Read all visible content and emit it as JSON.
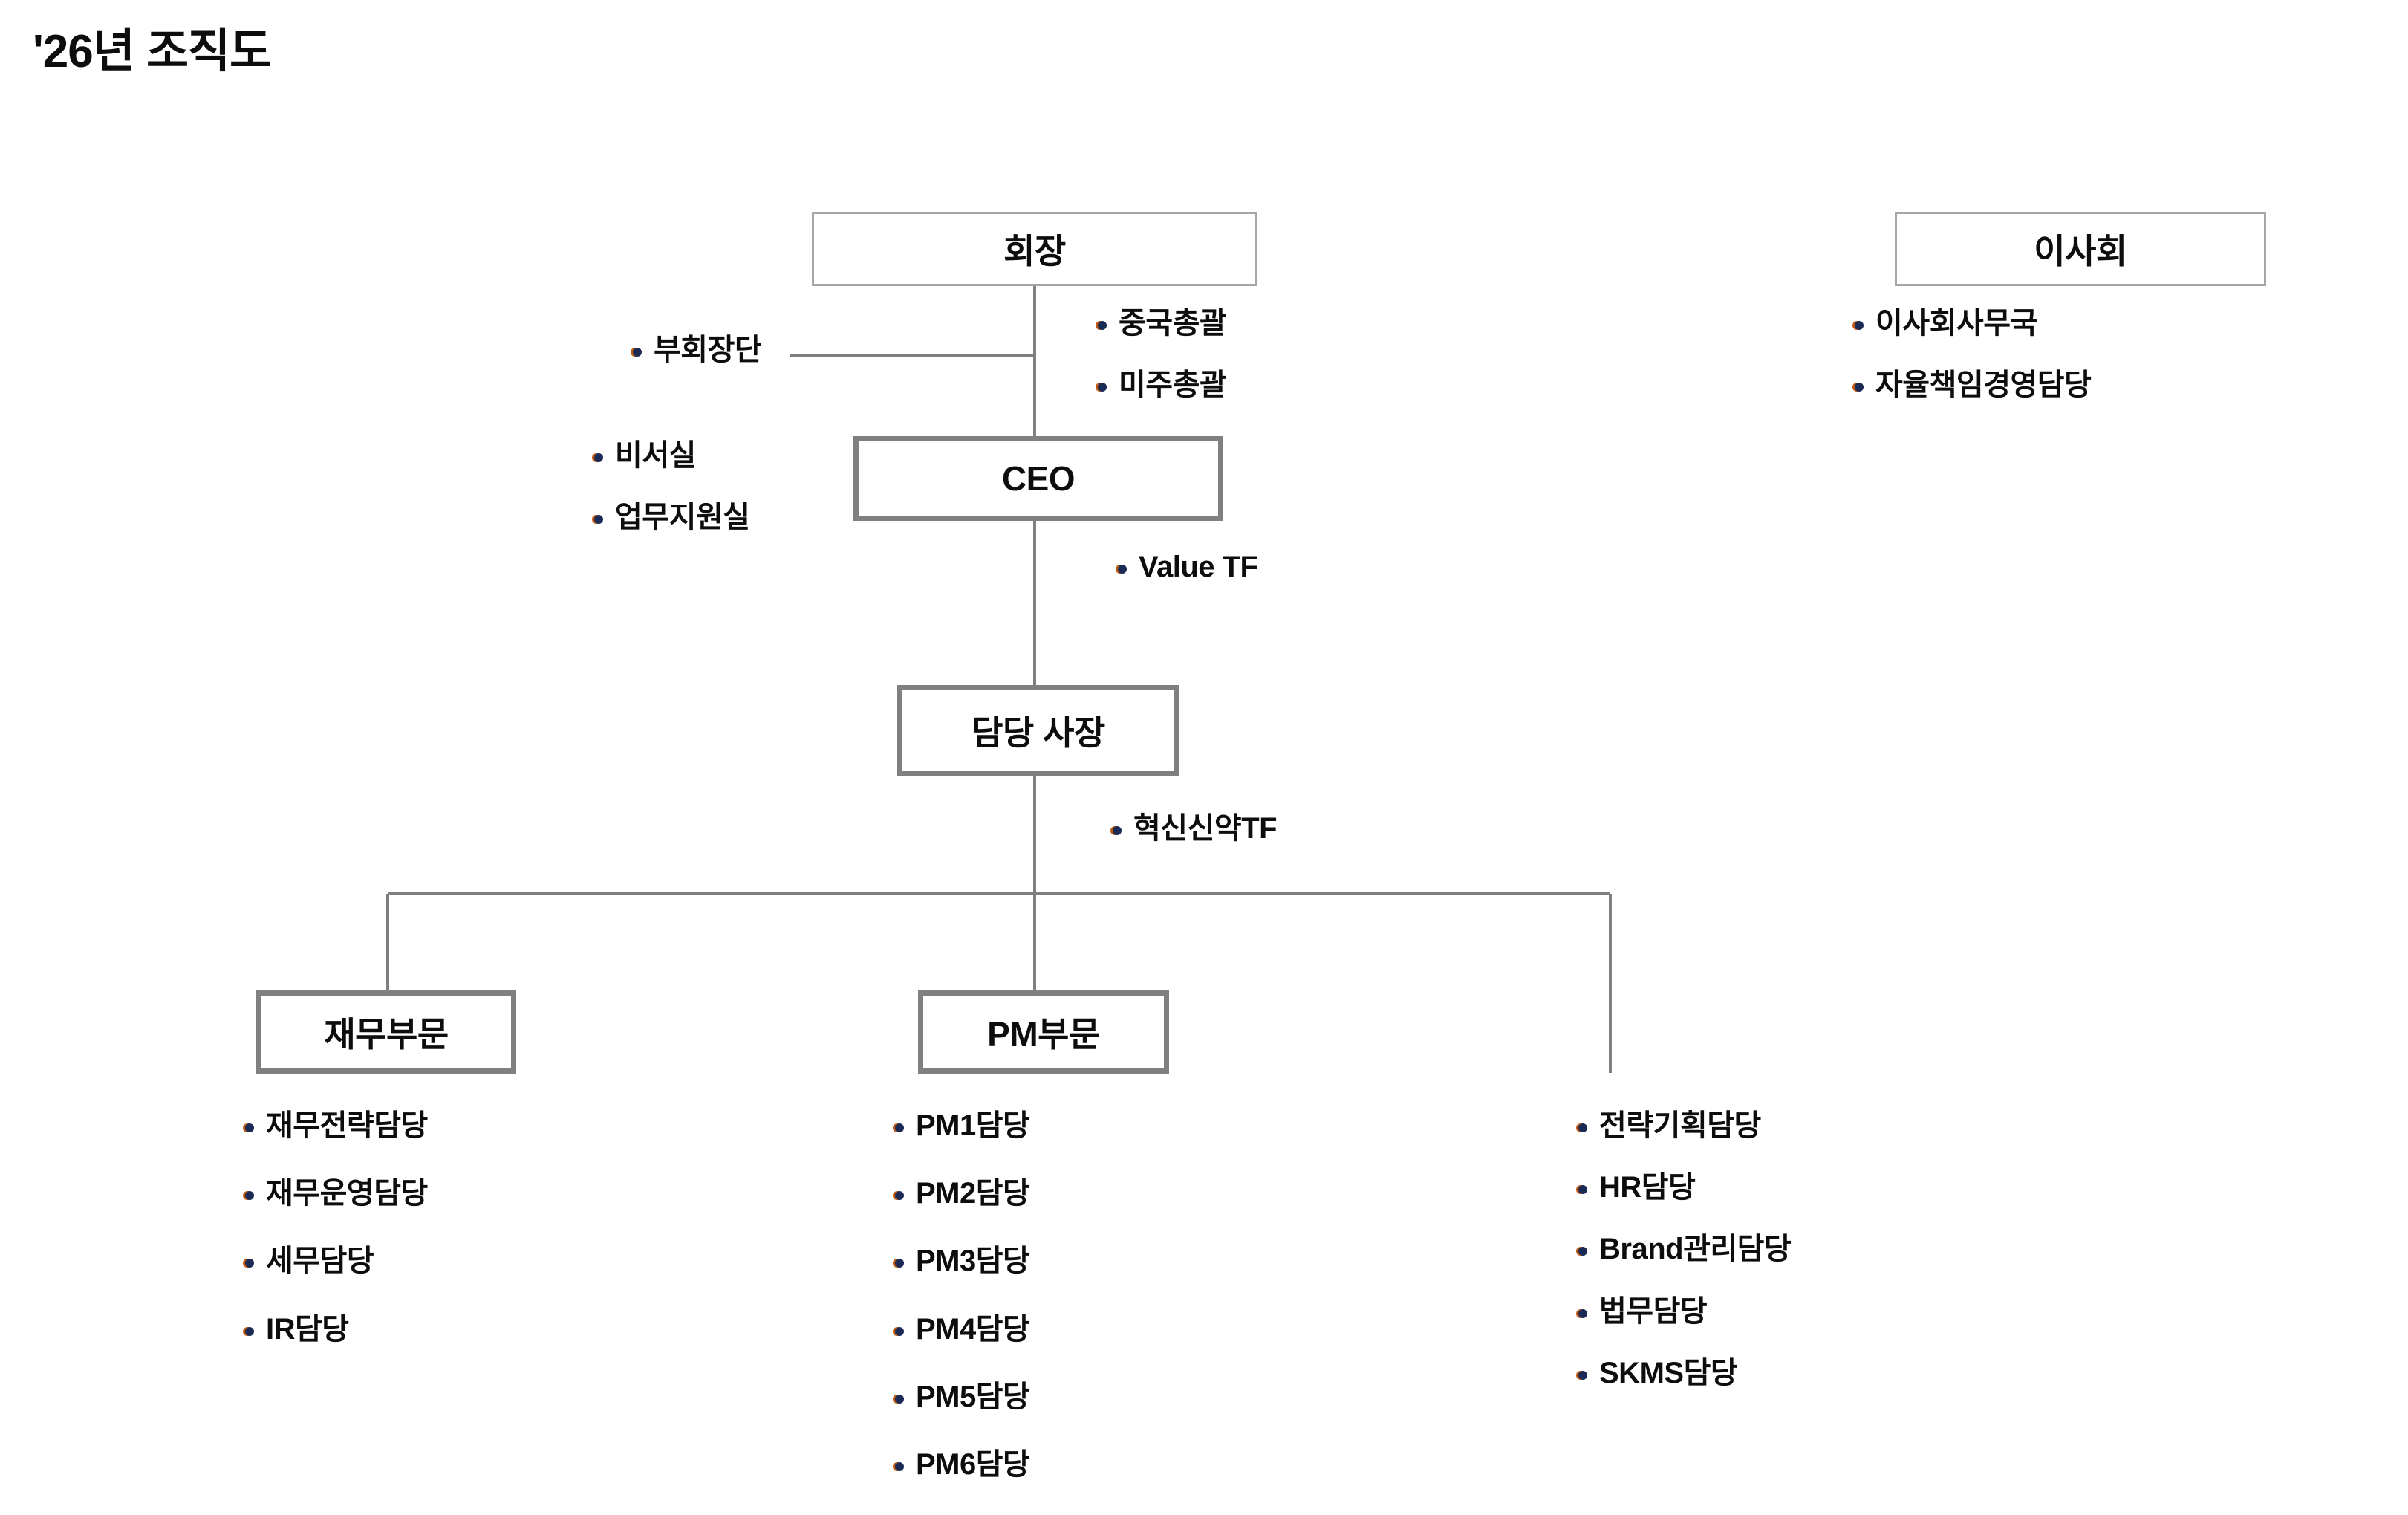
{
  "page": {
    "title": "'26년 조직도"
  },
  "colors": {
    "box_border_thin": "#a6a6a6",
    "box_border_thick": "#808080",
    "connector": "#808080",
    "text": "#0d0d0d",
    "bullet_dot": "#1b2a55"
  },
  "nodes": {
    "chairman": {
      "label": "회장"
    },
    "board": {
      "label": "이사회"
    },
    "ceo": {
      "label": "CEO"
    },
    "president": {
      "label": "담당 사장"
    },
    "finance_division": {
      "label": "재무부문"
    },
    "pm_division": {
      "label": "PM부문"
    }
  },
  "side_groups": {
    "vice_chairmen": {
      "items": [
        {
          "label": "부회장단"
        }
      ]
    },
    "chairman_right": {
      "items": [
        {
          "label": "중국총괄"
        },
        {
          "label": "미주총괄"
        }
      ]
    },
    "board_staff": {
      "items": [
        {
          "label": "이사회사무국"
        },
        {
          "label": "자율책임경영담당"
        }
      ]
    },
    "ceo_left": {
      "items": [
        {
          "label": "비서실"
        },
        {
          "label": "업무지원실"
        }
      ]
    },
    "ceo_right": {
      "items": [
        {
          "label": "Value TF"
        }
      ]
    },
    "president_right": {
      "items": [
        {
          "label": "혁신신약TF"
        }
      ]
    }
  },
  "divisions": {
    "finance": {
      "items": [
        {
          "label": "재무전략담당"
        },
        {
          "label": "재무운영담당"
        },
        {
          "label": "세무담당"
        },
        {
          "label": "IR담당"
        }
      ]
    },
    "pm": {
      "items": [
        {
          "label": "PM1담당"
        },
        {
          "label": "PM2담당"
        },
        {
          "label": "PM3담당"
        },
        {
          "label": "PM4담당"
        },
        {
          "label": "PM5담당"
        },
        {
          "label": "PM6담당"
        }
      ]
    },
    "staff": {
      "items": [
        {
          "label": "전략기획담당"
        },
        {
          "label": "HR담당"
        },
        {
          "label": "Brand관리담당"
        },
        {
          "label": "법무담당"
        },
        {
          "label": "SKMS담당"
        }
      ]
    }
  }
}
